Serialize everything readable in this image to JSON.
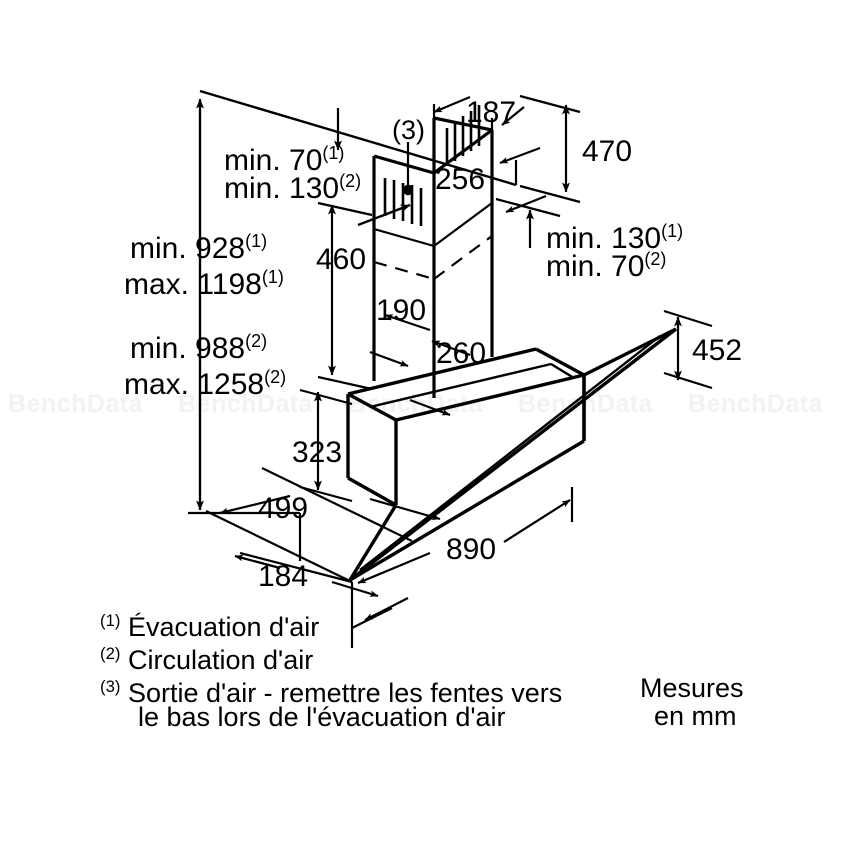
{
  "document": {
    "kind": "technical-installation-drawing",
    "product": "angled-glass-wall-mounted-cooker-hood",
    "units_note_line1": "Mesures",
    "units_note_line2": "en mm",
    "watermark_text": "BenchData",
    "line_color": "#000000",
    "background_color": "#ffffff"
  },
  "dimensions": {
    "min_70_1": {
      "prefix": "min. ",
      "value": "70",
      "note": "(1)"
    },
    "min_130_2": {
      "prefix": "min. ",
      "value": "130",
      "note": "(2)"
    },
    "min_928_1": {
      "prefix": "min. ",
      "value": "928",
      "note": "(1)"
    },
    "max_1198_1": {
      "prefix": "max. ",
      "value": "1198",
      "note": "(1)"
    },
    "min_988_2": {
      "prefix": "min. ",
      "value": "988",
      "note": "(2)"
    },
    "max_1258_2": {
      "prefix": "max. ",
      "value": "1258",
      "note": "(2)"
    },
    "min_130_1_right": {
      "prefix": "min. ",
      "value": "130",
      "note": "(1)"
    },
    "min_70_2_right": {
      "prefix": "min. ",
      "value": "70",
      "note": "(2)"
    },
    "chimney_label_3": "(3)",
    "d_187": "187",
    "d_470": "470",
    "d_256": "256",
    "d_460": "460",
    "d_190": "190",
    "d_260": "260",
    "d_452": "452",
    "d_323": "323",
    "d_499": "499",
    "d_890": "890",
    "d_184": "184"
  },
  "legend": {
    "items": [
      {
        "marker": "(1)",
        "text": "Évacuation d'air"
      },
      {
        "marker": "(2)",
        "text": "Circulation d'air"
      },
      {
        "marker": "(3)",
        "text": "Sortie d'air - remettre les fentes vers"
      },
      {
        "marker": "",
        "text": "le bas lors de l'évacuation d'air"
      }
    ]
  }
}
